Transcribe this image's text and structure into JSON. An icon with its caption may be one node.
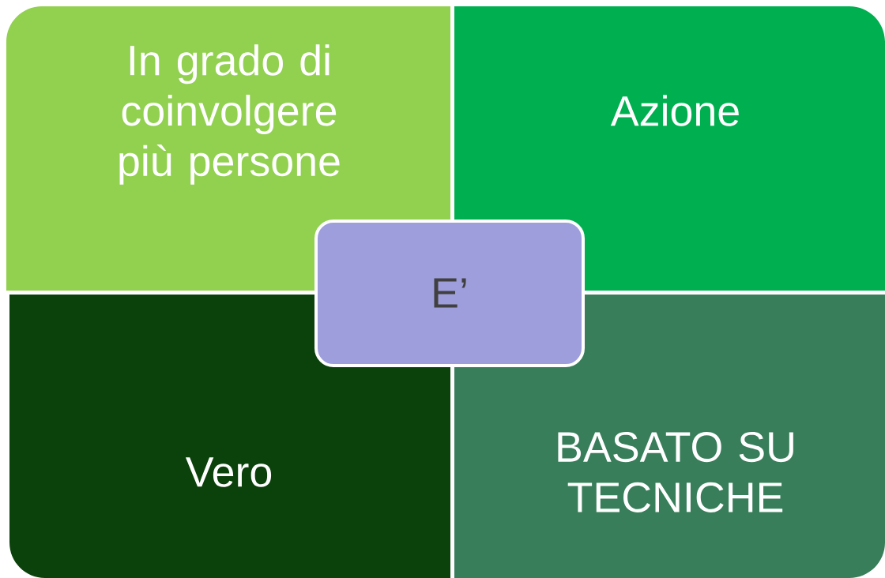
{
  "diagram": {
    "nodes": [
      {
        "text": [
          "In grado di coinvolgere più persone"
        ]
      },
      {
        "text": [
          "Azione"
        ]
      },
      {
        "text": [
          "E’"
        ]
      },
      {
        "text": [
          "Vero"
        ]
      },
      {
        "text": [
          "BASATO SU TECNICHE"
        ]
      }
    ]
  }
}
